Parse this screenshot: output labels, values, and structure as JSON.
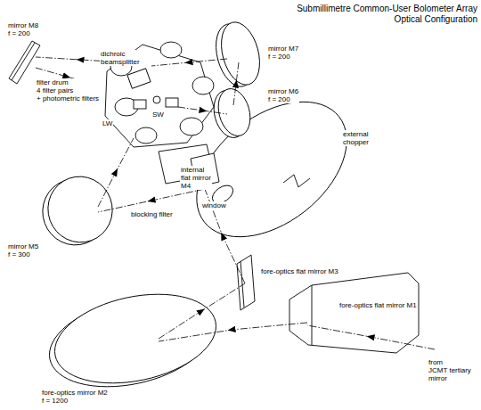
{
  "diagram": {
    "title": "Submillimetre Common-User Bolometer Array Optical Configuration",
    "labels": [
      "mirror M8 f = 200",
      "dichroic beamsplitter",
      "mirror M7 f = 200",
      "mirror M6 f = 200",
      "filter drum 4 filter pairs + photometric filters",
      "LW",
      "SW",
      "external chopper",
      "internal flat mirror M4",
      "window",
      "blocking filter",
      "mirror M5 f = 300",
      "fore-optics flat mirror M3",
      "fore-optics flat mirror M1",
      "from JCMT tertiary mirror",
      "fore-optics mirror M2 f = 1200"
    ]
  }
}
